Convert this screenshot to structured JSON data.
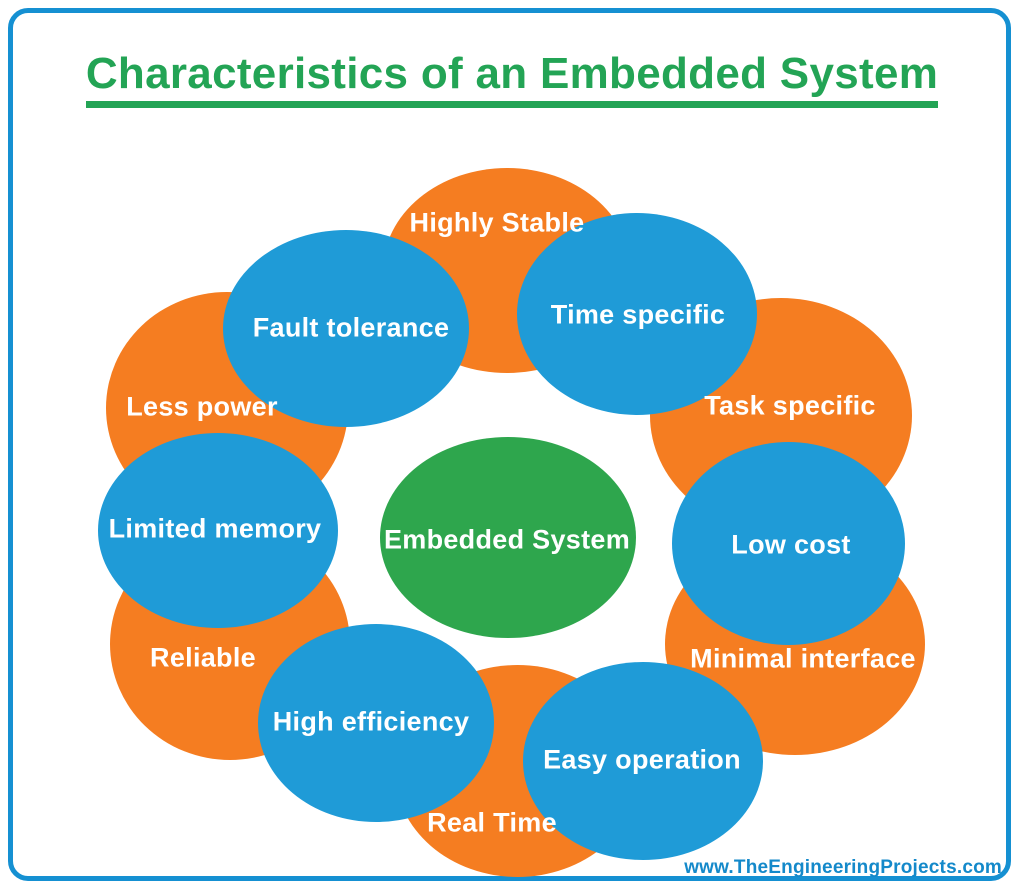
{
  "title": {
    "text": "Characteristics of an Embedded System",
    "color": "#23A455"
  },
  "watermark": {
    "text": "www.TheEngineeringProjects.com",
    "color": "#1489CA"
  },
  "frame": {
    "border_color": "#1590D2"
  },
  "colors": {
    "orange_node": "#F57D21",
    "blue_node": "#1F9BD7",
    "green_node": "#2EA64D",
    "label_text": "#FFFFFF"
  },
  "center_node": {
    "label": "Embedded System",
    "type": "green"
  },
  "nodes": [
    {
      "label": "Highly Stable",
      "type": "orange"
    },
    {
      "label": "Less power",
      "type": "orange"
    },
    {
      "label": "Task specific",
      "type": "orange"
    },
    {
      "label": "Reliable",
      "type": "orange"
    },
    {
      "label": "Minimal interface",
      "type": "orange"
    },
    {
      "label": "Real Time",
      "type": "orange"
    },
    {
      "label": "Fault tolerance",
      "type": "blue"
    },
    {
      "label": "Time specific",
      "type": "blue"
    },
    {
      "label": "Limited memory",
      "type": "blue"
    },
    {
      "label": "Low cost",
      "type": "blue"
    },
    {
      "label": "High efficiency",
      "type": "blue"
    },
    {
      "label": "Easy operation",
      "type": "blue"
    }
  ]
}
